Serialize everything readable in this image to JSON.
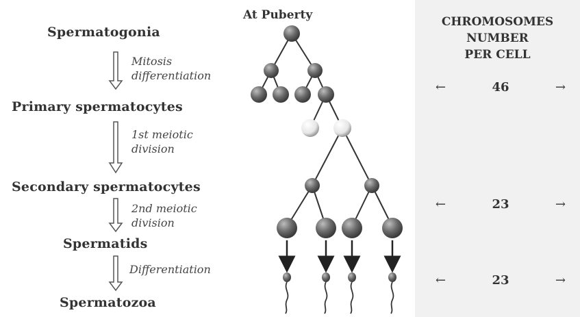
{
  "heading": "At Puberty",
  "stages": [
    {
      "id": "spermatogonia",
      "label": "Spermatogonia"
    },
    {
      "id": "primary",
      "label": "Primary spermatocytes"
    },
    {
      "id": "secondary",
      "label": "Secondary spermatocytes"
    },
    {
      "id": "spermatids",
      "label": "Spermatids"
    },
    {
      "id": "spermatozoa",
      "label": "Spermatozoa"
    }
  ],
  "processes": [
    {
      "lines": [
        "Mitosis",
        "differentiation"
      ]
    },
    {
      "lines": [
        "1st meiotic",
        "division"
      ]
    },
    {
      "lines": [
        "2nd meiotic",
        "division"
      ]
    },
    {
      "lines": [
        "Differentiation"
      ]
    }
  ],
  "chromosomes": {
    "title_lines": [
      "CHROMOSOMES",
      "NUMBER",
      "PER CELL"
    ],
    "counts": [
      "46",
      "23",
      "23"
    ],
    "left_arrow": "←",
    "right_arrow": "→"
  },
  "colors": {
    "cell_dark": "#6b6b6b",
    "cell_light": "#e6e6e6",
    "panel_bg": "#f1f1f1"
  }
}
